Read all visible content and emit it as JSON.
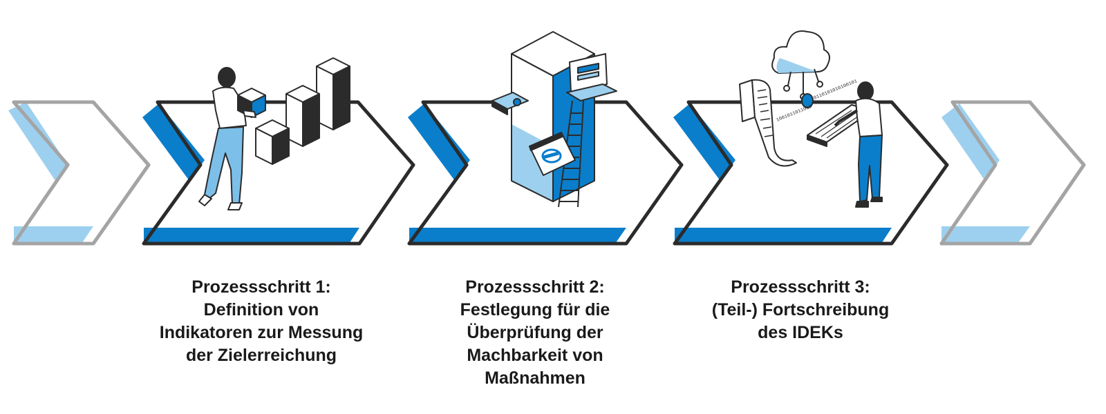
{
  "colors": {
    "accent_blue": "#0a7ecb",
    "light_blue": "#9dd0ef",
    "outline": "#2b2b2b",
    "faded_outline": "#a4a4a4",
    "fill": "#ffffff"
  },
  "steps": [
    {
      "lines": [
        "Prozessschritt 1:",
        "Definition von",
        "Indikatoren zur Messung",
        "der Zielerreichung"
      ],
      "illustration": "person-carrying-box-bar-chart-icon"
    },
    {
      "lines": [
        "Prozessschritt 2:",
        "Festlegung für die",
        "Überprüfung der",
        "Machbarkeit von",
        "Maßnahmen"
      ],
      "illustration": "server-tower-ladder-calendar-icon"
    },
    {
      "lines": [
        "Prozessschritt 3:",
        "(Teil-) Fortschreibung",
        "des IDEKs"
      ],
      "illustration": "cloud-keyboard-document-person-icon"
    }
  ],
  "binary_text": {
    "a": "1001011011010",
    "b": "0110101010100101"
  }
}
